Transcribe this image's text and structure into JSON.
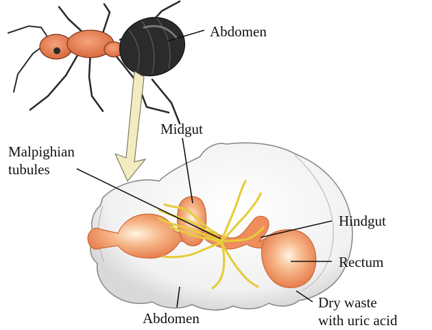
{
  "labels": {
    "abdomen_top": "Abdomen",
    "midgut": "Midgut",
    "malpighian_line1": "Malpighian",
    "malpighian_line2": "tubules",
    "hindgut": "Hindgut",
    "rectum": "Rectum",
    "abdomen_bottom": "Abdomen",
    "dry_waste_line1": "Dry waste",
    "dry_waste_line2": "with uric acid"
  },
  "colors": {
    "ant_thorax": "#e27a4f",
    "ant_abdomen": "#2b2b2b",
    "gut": "#ef8d5d",
    "tubules": "#e6cd3a",
    "arrow": "#f3ecc0",
    "abdomen_outline": "#8a8a8a",
    "leader": "#111111"
  }
}
